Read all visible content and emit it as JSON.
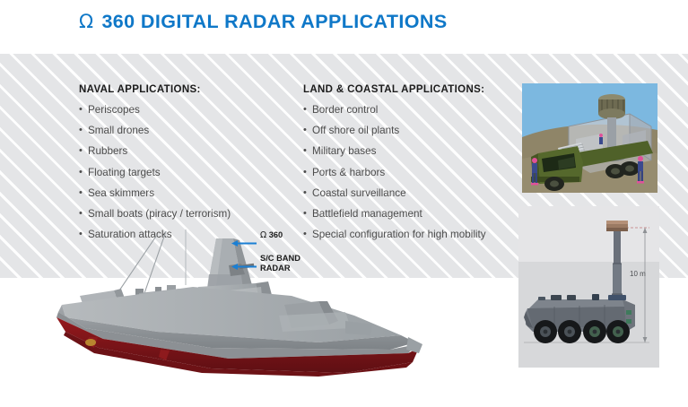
{
  "header": {
    "omega_symbol": "Ω",
    "title": "360 DIGITAL RADAR APPLICATIONS",
    "title_color": "#0f78c8"
  },
  "columns": [
    {
      "id": "naval",
      "heading": "NAVAL APPLICATIONS:",
      "bullet_glyph": "•",
      "items": [
        "Periscopes",
        "Small drones",
        "Rubbers",
        "Floating targets",
        "Sea skimmers",
        "Small boats (piracy / terrorism)",
        "Saturation attacks"
      ]
    },
    {
      "id": "land",
      "heading": "LAND & COASTAL APPLICATIONS:",
      "bullet_glyph": "•",
      "items": [
        "Border control",
        "Off shore oil plants",
        "Military bases",
        "Ports & harbors",
        "Coastal surveillance",
        "Battlefield management",
        "Special configuration for high mobility"
      ]
    }
  ],
  "callouts": [
    {
      "id": "omega-360",
      "omega": "Ω",
      "label": "360",
      "arrow_color": "#1a7fd4"
    },
    {
      "id": "sc-band-radar",
      "line1": "S/C BAND",
      "line2": "RADAR",
      "arrow_color": "#1a7fd4"
    }
  ],
  "illustrations": {
    "ship": {
      "name": "stealth-frigate-illustration",
      "hull_color": "#8f9397",
      "underwater_hull_color": "#8e1a1d",
      "superstructure_color": "#9ca0a4"
    },
    "truck_photo": {
      "name": "radar-shelter-truck-render",
      "sky_color": "#7cb8e0",
      "ground_color": "#8f8568",
      "truck_color": "#4a6026"
    },
    "apc_photo": {
      "name": "wheeled-apc-mast-render",
      "background_color": "#d7d8da",
      "vehicle_color": "#6a6f77",
      "mast_label": "10 m"
    }
  }
}
